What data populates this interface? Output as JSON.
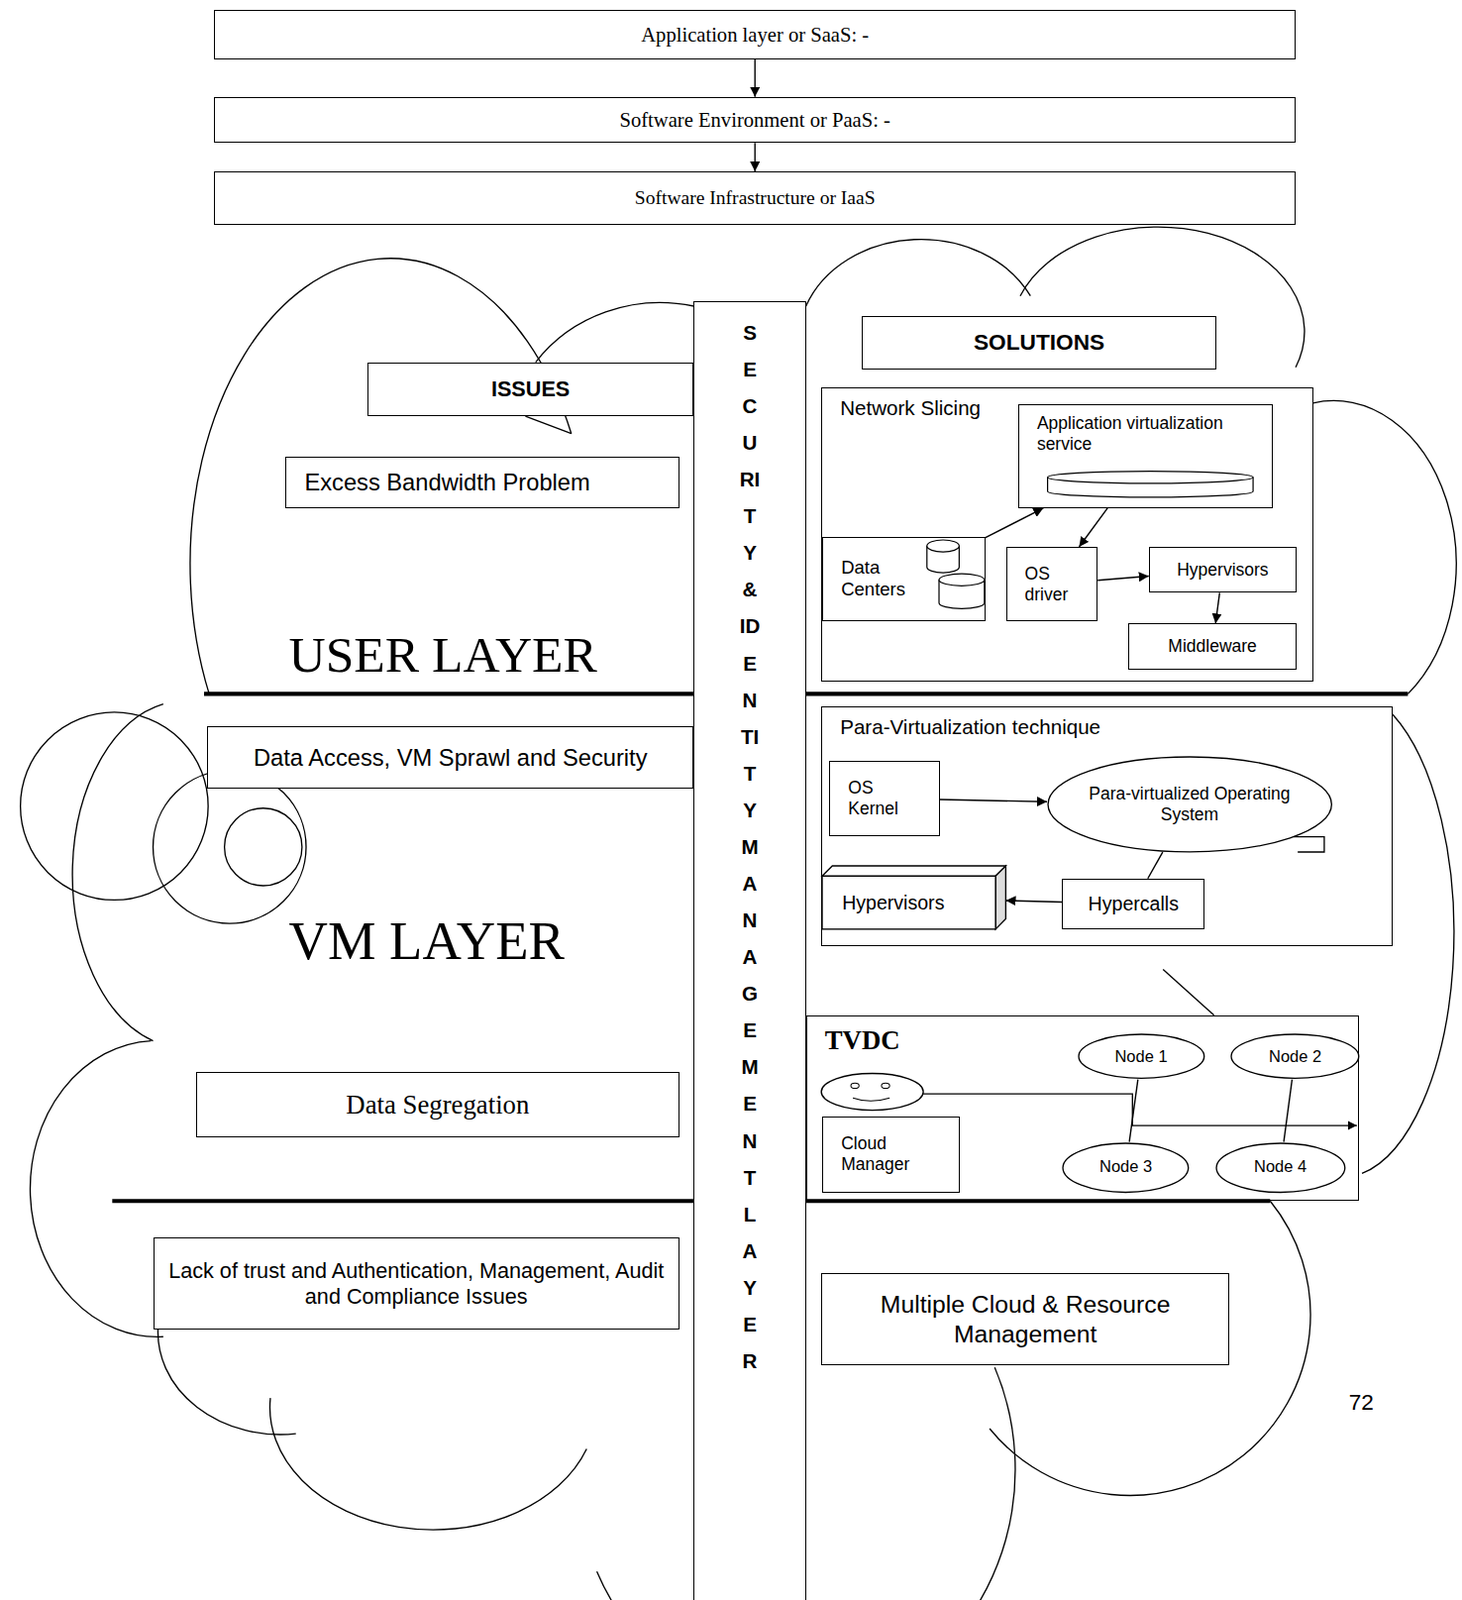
{
  "diagram": {
    "nodes": [
      {
        "text": [
          "Application layer or SaaS: -"
        ]
      },
      {
        "text": [
          "Software Environment or PaaS: -"
        ]
      },
      {
        "text": [
          "Software Infrastructure or IaaS"
        ]
      },
      {
        "text": [
          "SECURITY & IDENTITY MANAGEMENT LAYER"
        ]
      },
      {
        "text": [
          "ISSUES"
        ]
      },
      {
        "text": [
          "SOLUTIONS"
        ]
      },
      {
        "text": [
          "Excess Bandwidth Problem"
        ]
      },
      {
        "text": [
          "Network Slicing"
        ]
      },
      {
        "text": [
          "Application virtualization service"
        ],
        "in": 7
      },
      {
        "text": [
          "Data Centers"
        ],
        "in": 7
      },
      {
        "text": [
          "OS driver"
        ],
        "in": 7
      },
      {
        "text": [
          "Hypervisors"
        ],
        "in": 7
      },
      {
        "text": [
          "Middleware"
        ],
        "in": 7
      },
      {
        "text": [
          "Data Access, VM Sprawl and Security"
        ]
      },
      {
        "text": [
          "Para-Virtualization technique"
        ]
      },
      {
        "text": [
          "OS Kernel"
        ],
        "in": 14
      },
      {
        "text": [
          "Para-virtualized Operating System"
        ],
        "in": 14
      },
      {
        "text": [
          "Hypercalls"
        ],
        "in": 14
      },
      {
        "text": [
          "Hypervisors"
        ],
        "in": 14
      },
      {
        "text": [
          "Data Segregation"
        ]
      },
      {
        "text": [
          "TVDC"
        ]
      },
      {
        "text": [
          "Cloud Manager"
        ],
        "in": 20
      },
      {
        "text": [
          "Node 1"
        ],
        "in": 20
      },
      {
        "text": [
          "Node 2"
        ],
        "in": 20
      },
      {
        "text": [
          "Node 3"
        ],
        "in": 20
      },
      {
        "text": [
          "Node 4"
        ],
        "in": 20
      },
      {
        "text": [
          "Lack of trust and Authentication, Management, Audit and Compliance Issues"
        ]
      },
      {
        "text": [
          "Multiple Cloud & Resource Management"
        ]
      }
    ],
    "edges": [
      {
        "from": 0,
        "to": 1,
        "arrow": "to"
      },
      {
        "from": 1,
        "to": 2,
        "arrow": "to"
      },
      {
        "from": 9,
        "to": 8,
        "arrow": "to"
      },
      {
        "from": 8,
        "to": 10,
        "arrow": "to"
      },
      {
        "from": 10,
        "to": 11,
        "arrow": "to"
      },
      {
        "from": 11,
        "to": 12,
        "arrow": "to"
      },
      {
        "from": 15,
        "to": 16,
        "arrow": "to"
      },
      {
        "from": 16,
        "to": 17,
        "arrow": "none"
      },
      {
        "from": 17,
        "to": 18,
        "arrow": "to"
      },
      {
        "from": 22,
        "to": 24,
        "arrow": "none"
      },
      {
        "from": 23,
        "to": 25,
        "arrow": "none"
      }
    ],
    "labels": [
      "USER LAYER",
      "VM LAYER",
      "72"
    ]
  }
}
